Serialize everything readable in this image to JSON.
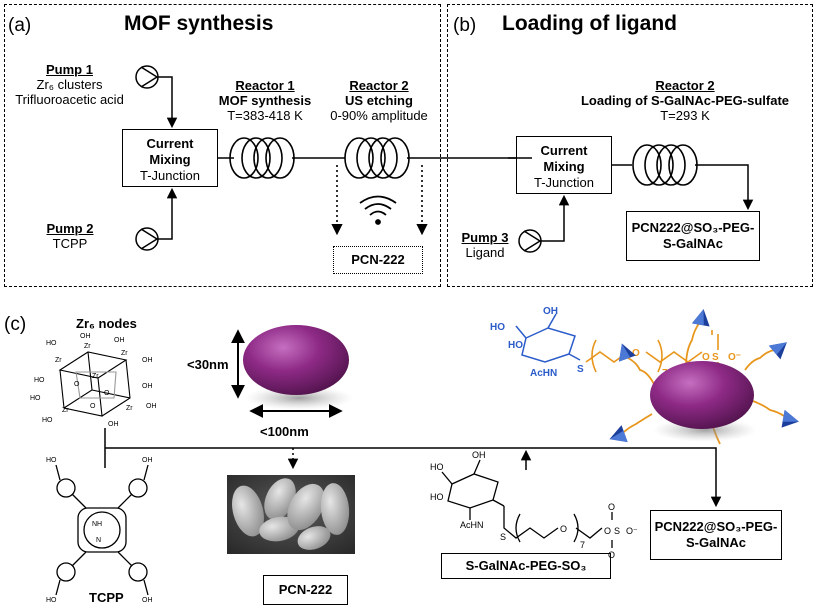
{
  "panel_a": {
    "letter": "(a)",
    "title": "MOF synthesis",
    "pump1": {
      "title": "Pump 1",
      "line1": "Zr₆ clusters",
      "line2": "Trifluoroacetic  acid"
    },
    "pump2": {
      "title": "Pump 2",
      "line1": "TCPP"
    },
    "mixer": {
      "line1": "Current",
      "line2": "Mixing",
      "line3": "T-Junction"
    },
    "reactor1": {
      "title": "Reactor 1",
      "line1": "MOF synthesis",
      "line2": "T=383-418 K"
    },
    "reactor2": {
      "title": "Reactor 2",
      "line1": "US etching",
      "line2": "0-90% amplitude"
    },
    "product": "PCN-222"
  },
  "panel_b": {
    "letter": "(b)",
    "title": "Loading of ligand",
    "reactor2": {
      "title": "Reactor 2",
      "line1": "Loading of S-GalNAc-PEG-sulfate",
      "line2": "T=293 K"
    },
    "mixer": {
      "line1": "Current",
      "line2": "Mixing",
      "line3": "T-Junction"
    },
    "pump3": {
      "title": "Pump 3",
      "line1": "Ligand"
    },
    "product": {
      "line1": "PCN222@SO₃-PEG-",
      "line2": "S-GalNAc"
    }
  },
  "panel_c": {
    "letter": "(c)",
    "zr_nodes": "Zr₆ nodes",
    "tcpp": "TCPP",
    "height_label": "<30nm",
    "width_label": "<100nm",
    "pcn_label": "PCN-222",
    "ligand_label": "S-GalNAc-PEG-SO₃",
    "product": {
      "line1": "PCN222@SO₃-PEG-",
      "line2": "S-GalNAc"
    },
    "ligand_text": {
      "ho1": "HO",
      "oh": "OH",
      "ho2": "HO",
      "achn": "AcHN",
      "s": "S",
      "o1": "O",
      "o2": "O",
      "n": "7",
      "o3": "O",
      "so3": "S",
      "o_minus": "O⁻"
    }
  },
  "colors": {
    "particle": "#8e2a86",
    "ligand_blue": "#2b5cc9",
    "ligand_orange": "#e8961c",
    "cone_blue": "#1d3f9c"
  }
}
